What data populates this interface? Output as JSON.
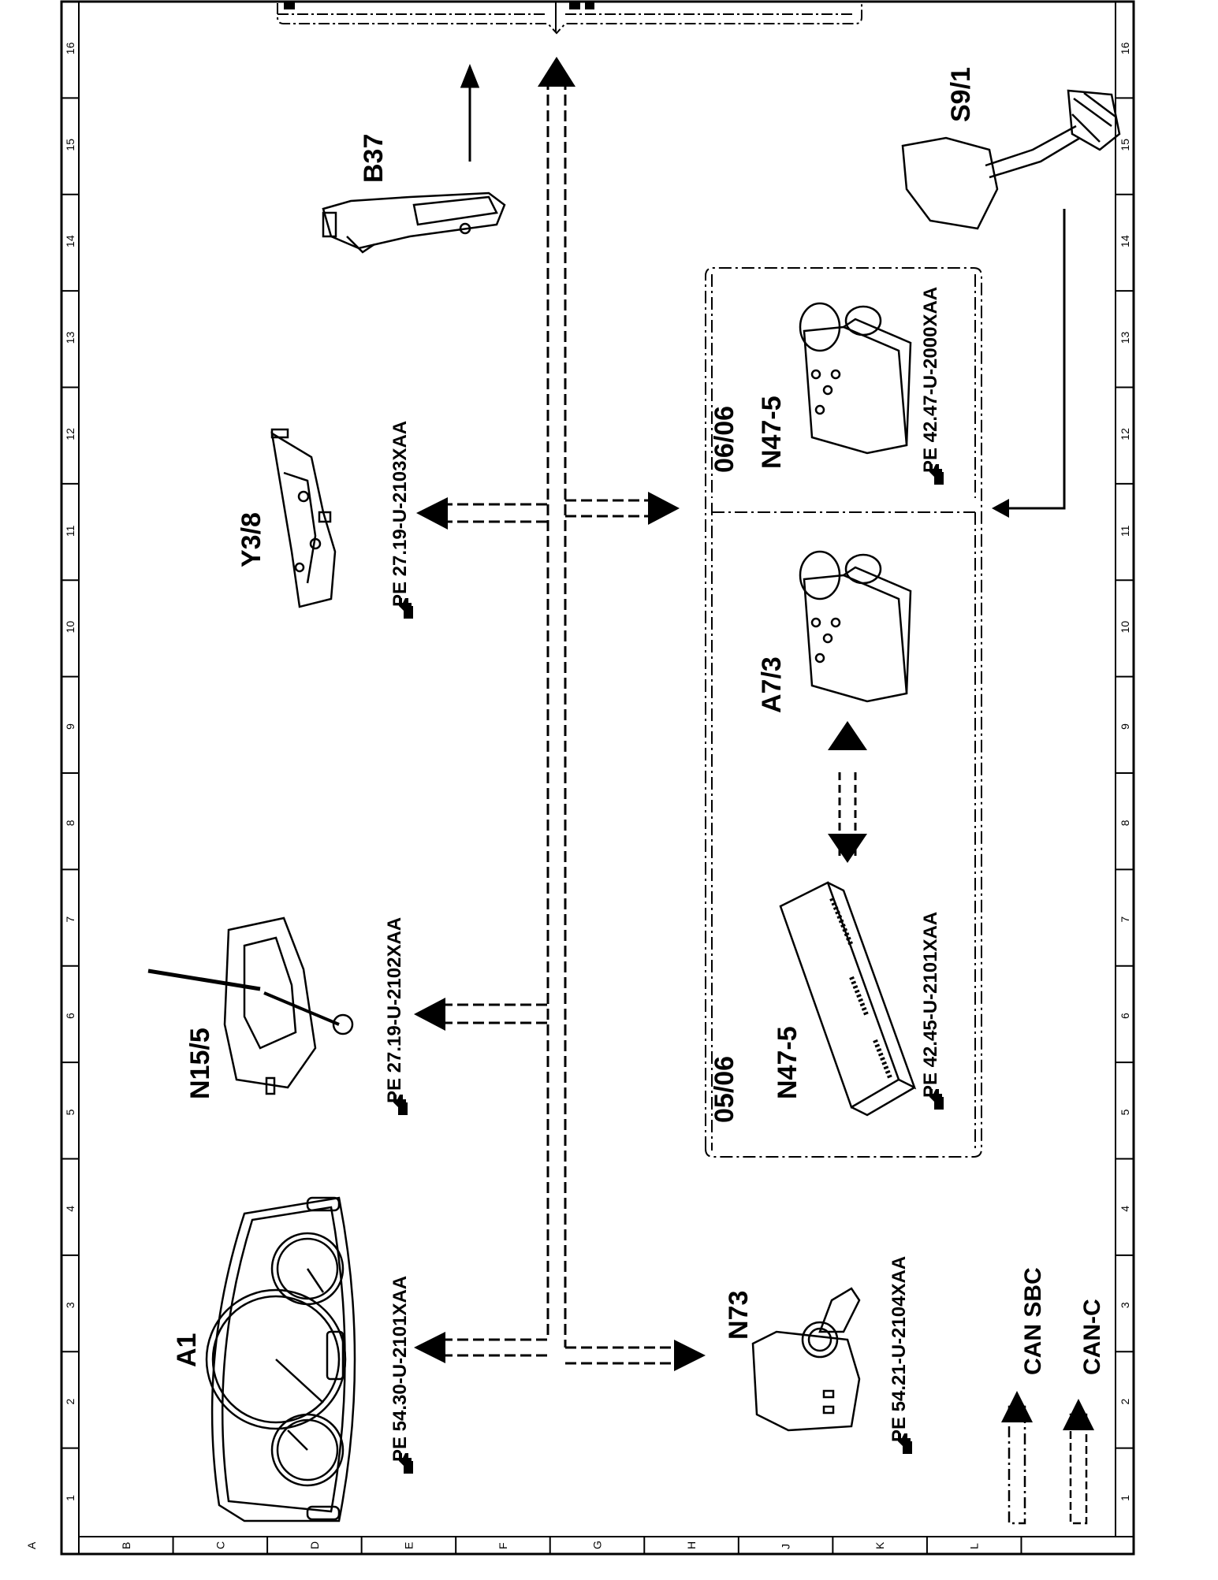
{
  "colors": {
    "ink": "#000000",
    "paper": "#ffffff"
  },
  "edge_numbers": [
    "1",
    "2",
    "3",
    "4",
    "5",
    "6",
    "7",
    "8",
    "9",
    "10",
    "11",
    "12",
    "13",
    "14",
    "15",
    "16"
  ],
  "edge_letters": [
    "A",
    "B",
    "C",
    "D",
    "E",
    "F",
    "G",
    "H",
    "J",
    "K",
    "L"
  ],
  "components": {
    "a1": {
      "label": "A1",
      "ref": "PE  54.30-U-2101XAA"
    },
    "n15": {
      "label": "N15/5",
      "ref": "PE  27.19-U-2102XAA"
    },
    "y38": {
      "label": "Y3/8",
      "ref": "PE  27.19-U-2103XAA"
    },
    "b37": {
      "label": "B37"
    },
    "n73": {
      "label": "N73",
      "ref": "PE  54.21-U-2104XAA"
    },
    "n47a": {
      "label": "N47-5",
      "ref": "PE  42.45-U-2101XAA"
    },
    "a73": {
      "label": "A7/3"
    },
    "n47b": {
      "label": "N47-5",
      "ref": "PE  42.47-U-2000XAA"
    },
    "s91": {
      "label": "S9/1"
    }
  },
  "dates": {
    "from": "05/06",
    "to": "06/06"
  },
  "legend": {
    "sbc": "CAN SBC",
    "canc": "CAN-C"
  },
  "icons": [
    "hand-pointer-icon",
    "instrument-cluster-icon",
    "gear-selector-icon",
    "valve-body-icon",
    "pedal-sensor-icon",
    "ignition-switch-icon",
    "control-module-icon",
    "abs-unit-icon",
    "brake-pedal-switch-icon"
  ]
}
